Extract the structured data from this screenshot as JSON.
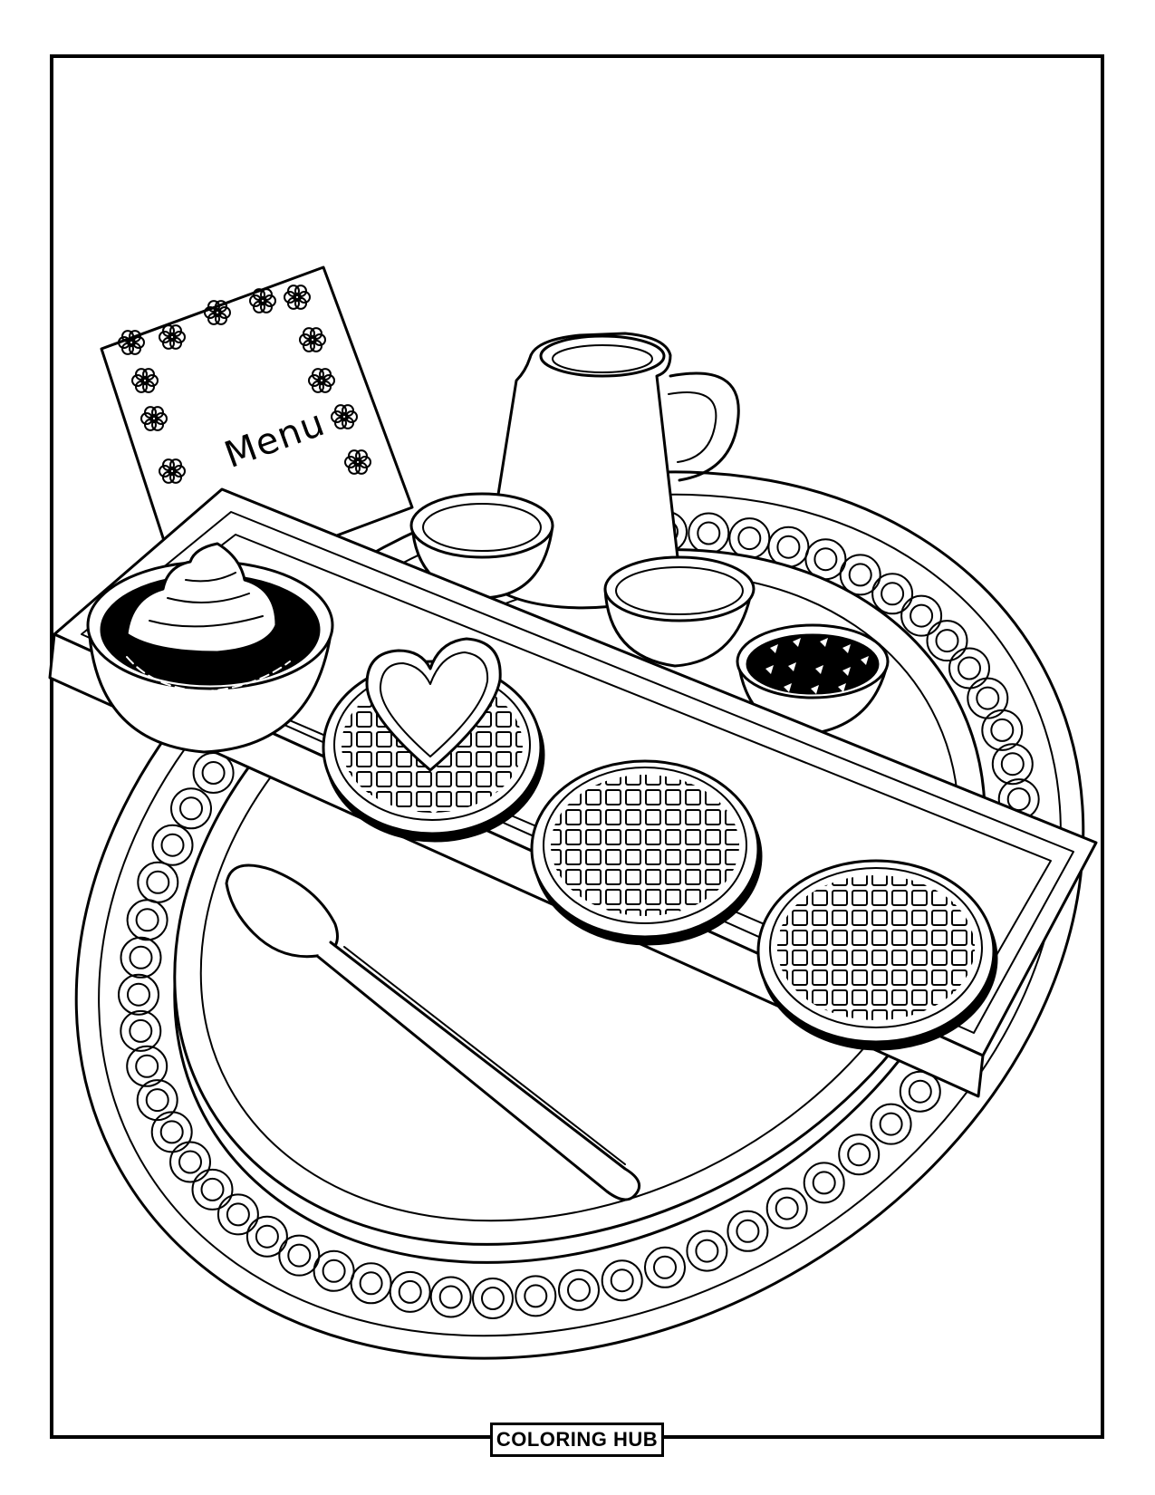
{
  "page": {
    "title": "",
    "menu_card": {
      "title": "Menu"
    },
    "brand": {
      "label": "COLORING HUB"
    },
    "colors": {
      "ink": "#000000",
      "paper": "#ffffff"
    },
    "objects": [
      "placemat-icon",
      "plate-icon",
      "menu-card",
      "pitcher-icon",
      "cup-icon",
      "cup-icon",
      "berry-bowl-icon",
      "tray-icon",
      "pudding-bowl-icon",
      "heart-cookie-icon",
      "waffle-icon",
      "waffle-icon",
      "waffle-icon",
      "spoon-icon"
    ]
  }
}
